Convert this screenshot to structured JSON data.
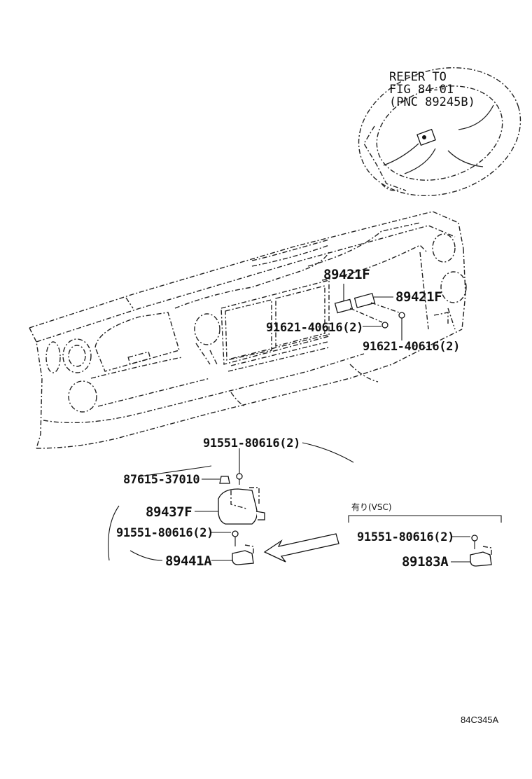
{
  "reference": {
    "line1": "REFER TO",
    "line2": "FIG 84-01",
    "line3": "(PNC 89245B)"
  },
  "labels": {
    "p89421F_a": "89421F",
    "p89421F_b": "89421F",
    "p91621_a": "91621-40616(2)",
    "p91621_b": "91621-40616(2)",
    "p91551_top": "91551-80616(2)",
    "p87615": "87615-37010",
    "p89437F": "89437F",
    "p91551_mid": "91551-80616(2)",
    "p89441A": "89441A",
    "p91551_vsc": "91551-80616(2)",
    "p89183A": "89183A"
  },
  "option_box": {
    "label": "有り(VSC)"
  },
  "figure_code": "84C345A"
}
